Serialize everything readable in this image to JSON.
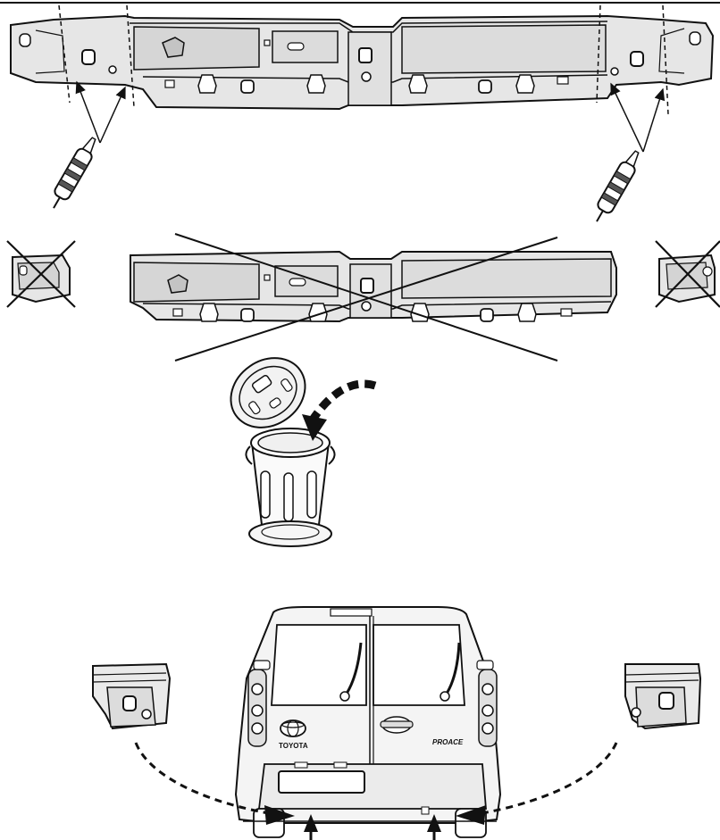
{
  "vehicle": {
    "brand_badge": "TOYOTA",
    "model_badge": "PROACE"
  },
  "colors": {
    "line": "#111111",
    "part_fill": "#e6e6e6",
    "part_dark": "#c4c4c4",
    "background": "#ffffff"
  },
  "icons": [
    "rotary-cutting-tool-icon",
    "discard-cross-icon",
    "trash-bin-icon",
    "flow-arrow-icon"
  ],
  "steps": [
    "cut-bumper-beam-ends",
    "discard-center-section",
    "install-brackets-on-vehicle"
  ]
}
